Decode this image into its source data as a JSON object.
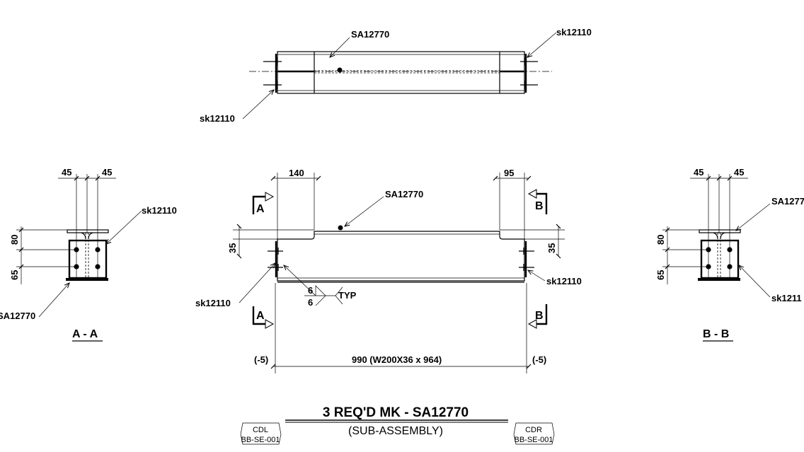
{
  "top_view": {
    "mark_label": "SA12770",
    "clip_label_right": "sk12110",
    "clip_label_left": "sk12110"
  },
  "elevation": {
    "dim_left": "140",
    "dim_right": "95",
    "mark_label": "SA12770",
    "section_a": "A",
    "section_b": "B",
    "dim_35_left": "35",
    "dim_35_right": "35",
    "clip_label_left": "sk12110",
    "clip_label_right": "sk12110",
    "weld_top": "6",
    "weld_bottom": "6",
    "weld_note": "TYP",
    "end_left": "(-5)",
    "end_right": "(-5)",
    "overall_dim": "990 (W200X36 x 964)"
  },
  "section_aa": {
    "dim_a": "45",
    "dim_b": "45",
    "dim_80": "80",
    "dim_65": "65",
    "clip_label": "sk12110",
    "mark_label": "SA12770",
    "title": "A - A"
  },
  "section_bb": {
    "dim_a": "45",
    "dim_b": "45",
    "dim_80": "80",
    "dim_65": "65",
    "mark_label": "SA1277",
    "clip_label": "sk1211",
    "title": "B - B"
  },
  "title_block": {
    "title": "3 REQ'D MK - SA12770",
    "subtitle": "(SUB-ASSEMBLY)",
    "tag_left_top": "CDL",
    "tag_left_bottom": "BB-SE-001",
    "tag_right_top": "CDR",
    "tag_right_bottom": "BB-SE-001"
  }
}
